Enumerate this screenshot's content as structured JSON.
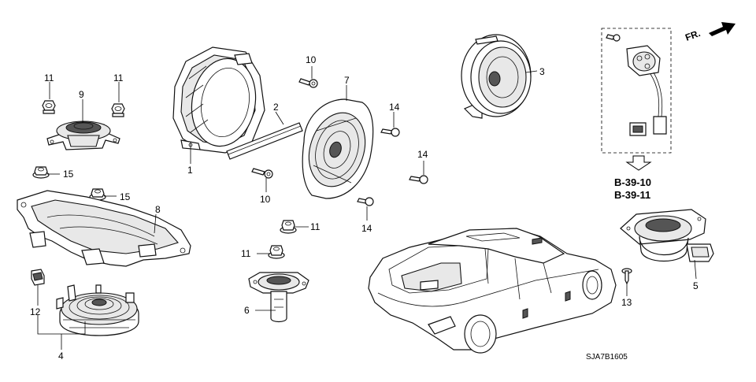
{
  "diagram": {
    "direction_label": "FR.",
    "reference_codes": [
      "B-39-10",
      "B-39-11"
    ],
    "drawing_code": "SJA7B1605",
    "callouts": {
      "n1": "1",
      "n2": "2",
      "n3": "3",
      "n4": "4",
      "n5": "5",
      "n6": "6",
      "n7": "7",
      "n8": "8",
      "n9": "9",
      "n10a": "10",
      "n10b": "10",
      "n11a": "11",
      "n11b": "11",
      "n11c": "11",
      "n11d": "11",
      "n12": "12",
      "n13": "13",
      "n14a": "14",
      "n14b": "14",
      "n14c": "14",
      "n15a": "15",
      "n15b": "15"
    }
  }
}
